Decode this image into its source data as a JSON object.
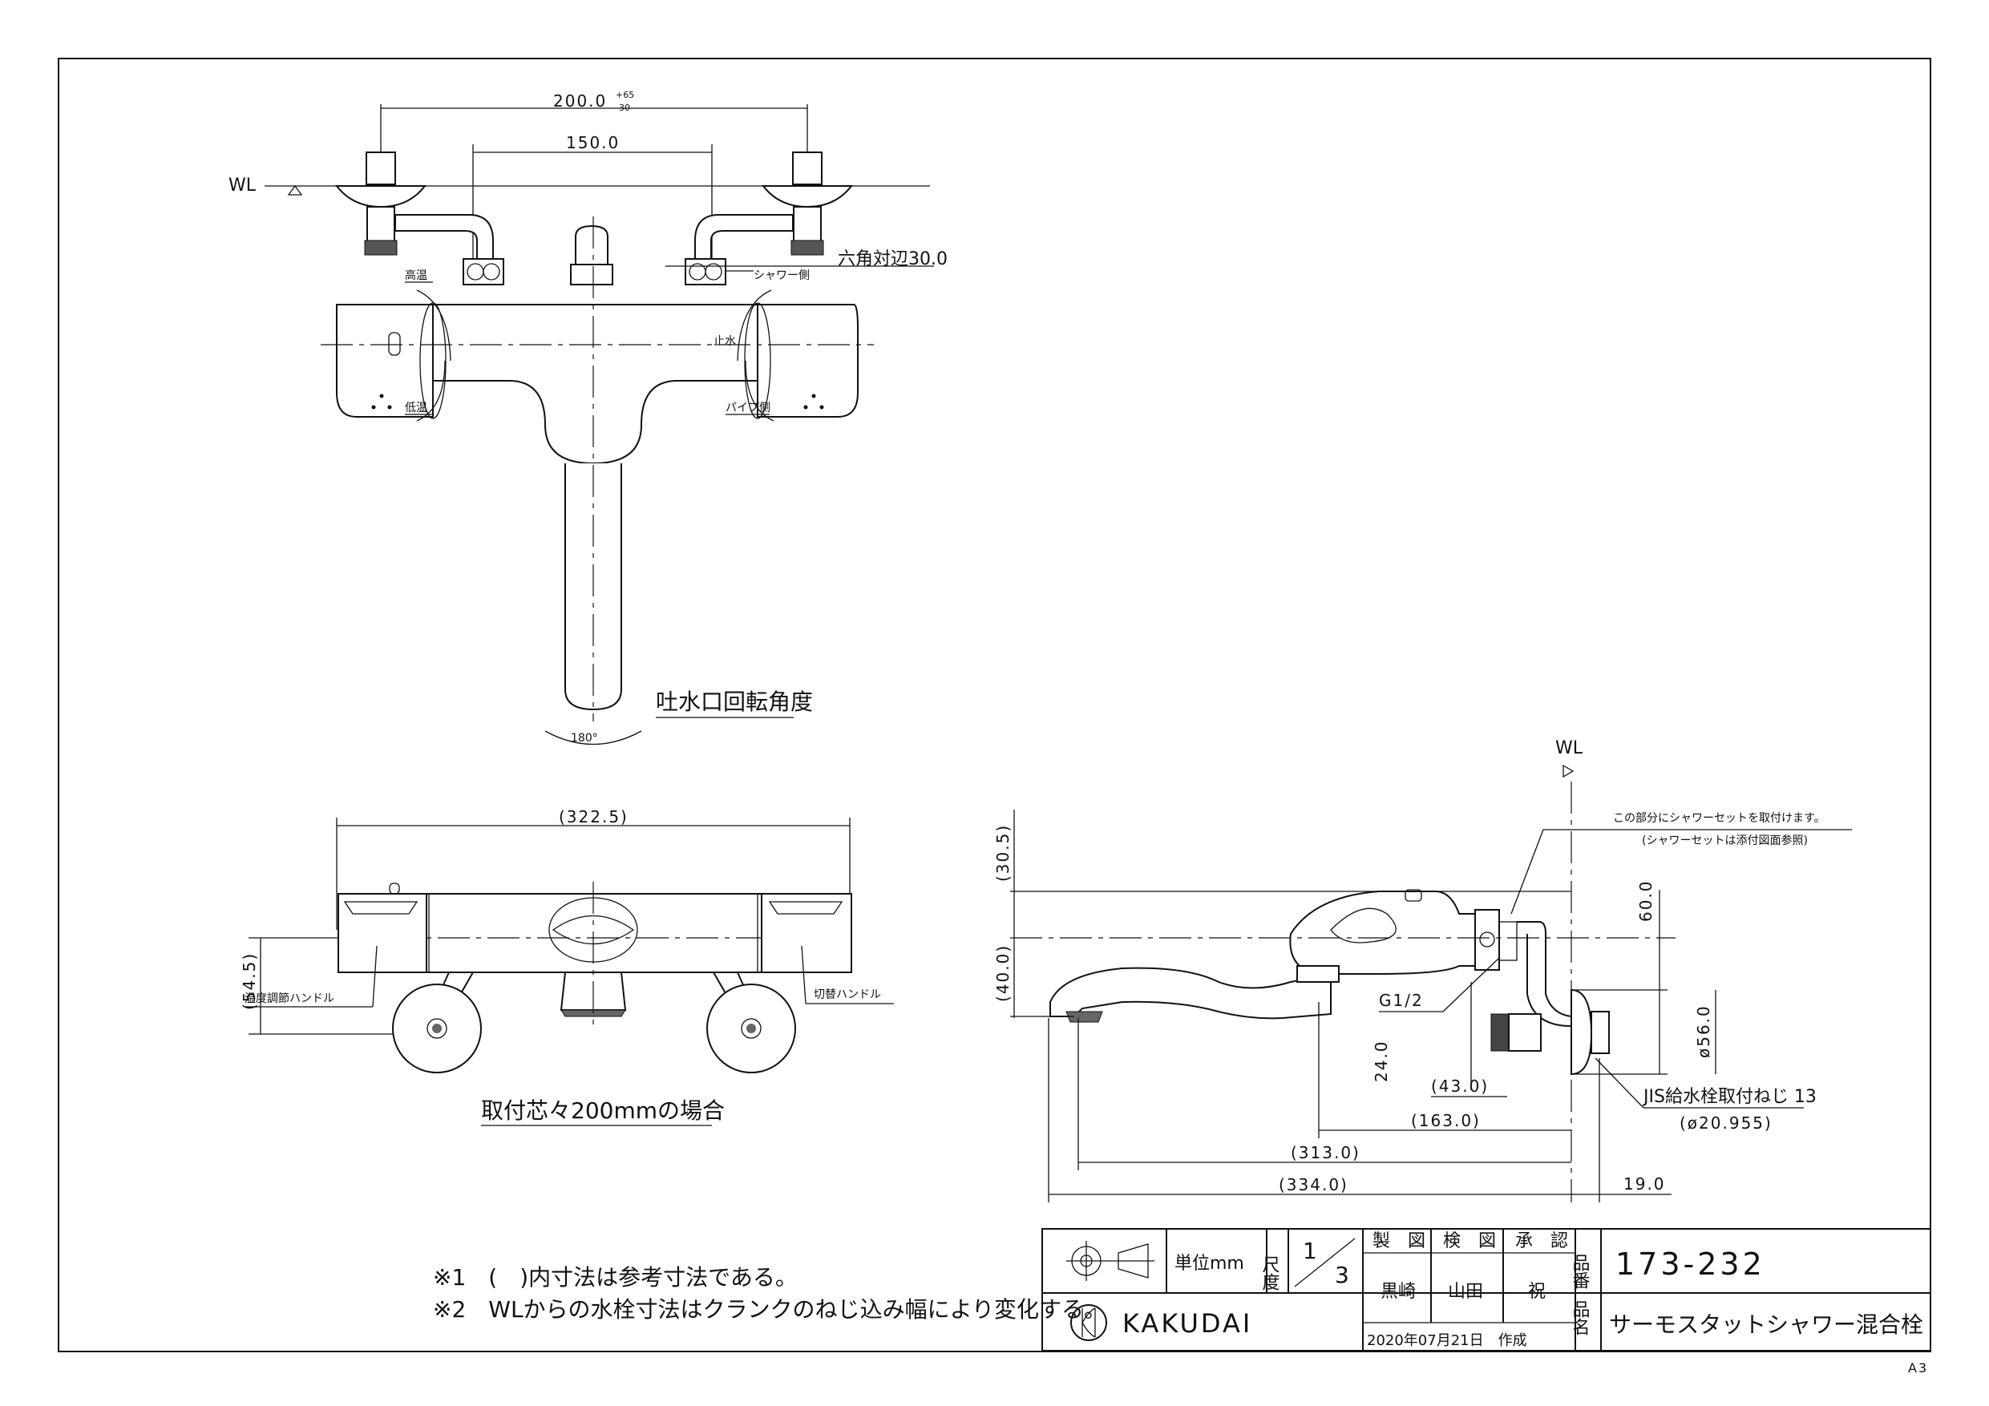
{
  "top_view": {
    "wl": "WL",
    "dim_200": "200.0",
    "dim_200_tol_upper": "+65",
    "dim_200_tol_lower": "-30",
    "dim_150": "150.0",
    "hex": "六角対辺30.0",
    "high_temp": "高温",
    "low_temp": "低温",
    "shower_side": "シャワー側",
    "stop_water": "止水",
    "pipe_side": "パイプ側",
    "spout_rotation": "吐水口回転角度",
    "angle": "180°"
  },
  "front_view": {
    "dim_width": "(322.5)",
    "dim_height": "(54.5)",
    "temp_handle": "温度調節ハンドル",
    "switch_handle": "切替ハンドル",
    "caption": "取付芯々200mmの場合"
  },
  "side_view": {
    "wl": "WL",
    "note_line1": "この部分にシャワーセットを取付けます。",
    "note_line2": "(シャワーセットは添付図面参照)",
    "dim_30_5": "(30.5)",
    "dim_40": "(40.0)",
    "dim_60": "60.0",
    "dim_56": "ø56.0",
    "dim_24": "24.0",
    "g12": "G1/2",
    "dim_43": "(43.0)",
    "dim_163": "(163.0)",
    "dim_313": "(313.0)",
    "dim_334": "(334.0)",
    "dim_19": "19.0",
    "jis": "JIS給水栓取付ねじ 13",
    "jis_dia": "(ø20.955)"
  },
  "notes": [
    "※1　(　)内寸法は参考寸法である。",
    "※2　WLからの水栓寸法はクランクのねじ込み幅により変化する。"
  ],
  "title_block": {
    "unit_label": "単位mm",
    "scale_label": "尺度",
    "scale_num": "1",
    "scale_den": "3",
    "drawn": "製　図",
    "checked": "検　図",
    "approved": "承　認",
    "drawn_by": "黒崎",
    "checked_by": "山田",
    "approved_by": "祝",
    "date": "2020年07月21日　作成",
    "part_no_label": "品番",
    "part_no": "173-232",
    "name_label": "品名",
    "name": "サーモスタットシャワー混合栓",
    "brand": "KAKUDAI",
    "paper": "A3"
  }
}
